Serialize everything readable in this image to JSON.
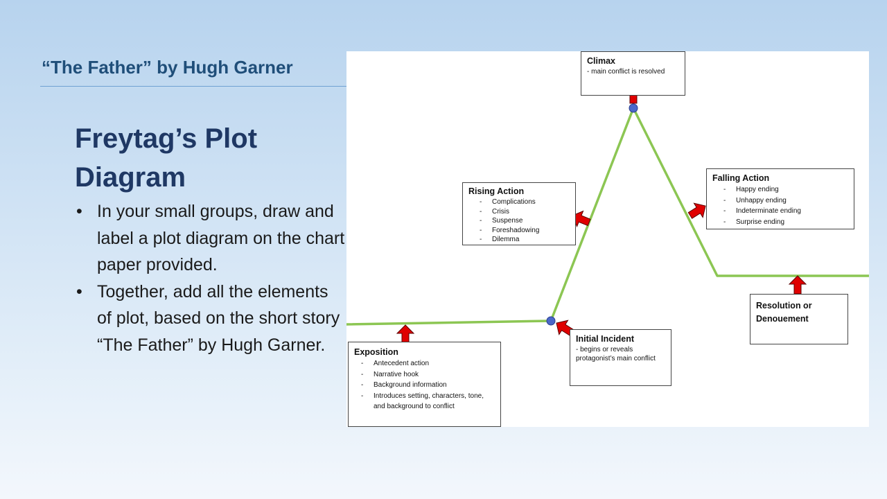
{
  "header": {
    "title": "“The Father” by Hugh Garner"
  },
  "slide": {
    "title": "Freytag’s Plot Diagram",
    "bullets": [
      "In your small groups, draw and label a plot diagram on the chart paper provided.",
      "Together, add all the elements of plot, based on the short story “The Father” by Hugh Garner."
    ]
  },
  "diagram": {
    "line_color": "#8cc653",
    "arrow_color": "#e00000",
    "point_color": "#4a67c9",
    "climax": {
      "title": "Climax",
      "subtitle": "- main conflict is resolved"
    },
    "rising_action": {
      "title": "Rising Action",
      "items": [
        "Complications",
        "Crisis",
        "Suspense",
        "Foreshadowing",
        "Dilemma"
      ]
    },
    "falling_action": {
      "title": "Falling Action",
      "items": [
        "Happy ending",
        "Unhappy ending",
        "Indeterminate ending",
        "Surprise ending"
      ]
    },
    "resolution": {
      "title": "Resolution or Denouement"
    },
    "initial_incident": {
      "title": "Initial Incident",
      "subtitle": "- begins or reveals protagonist’s main conflict"
    },
    "exposition": {
      "title": "Exposition",
      "items": [
        "Antecedent action",
        "Narrative hook",
        "Background information",
        "Introduces setting, characters, tone, and background to conflict"
      ]
    }
  }
}
